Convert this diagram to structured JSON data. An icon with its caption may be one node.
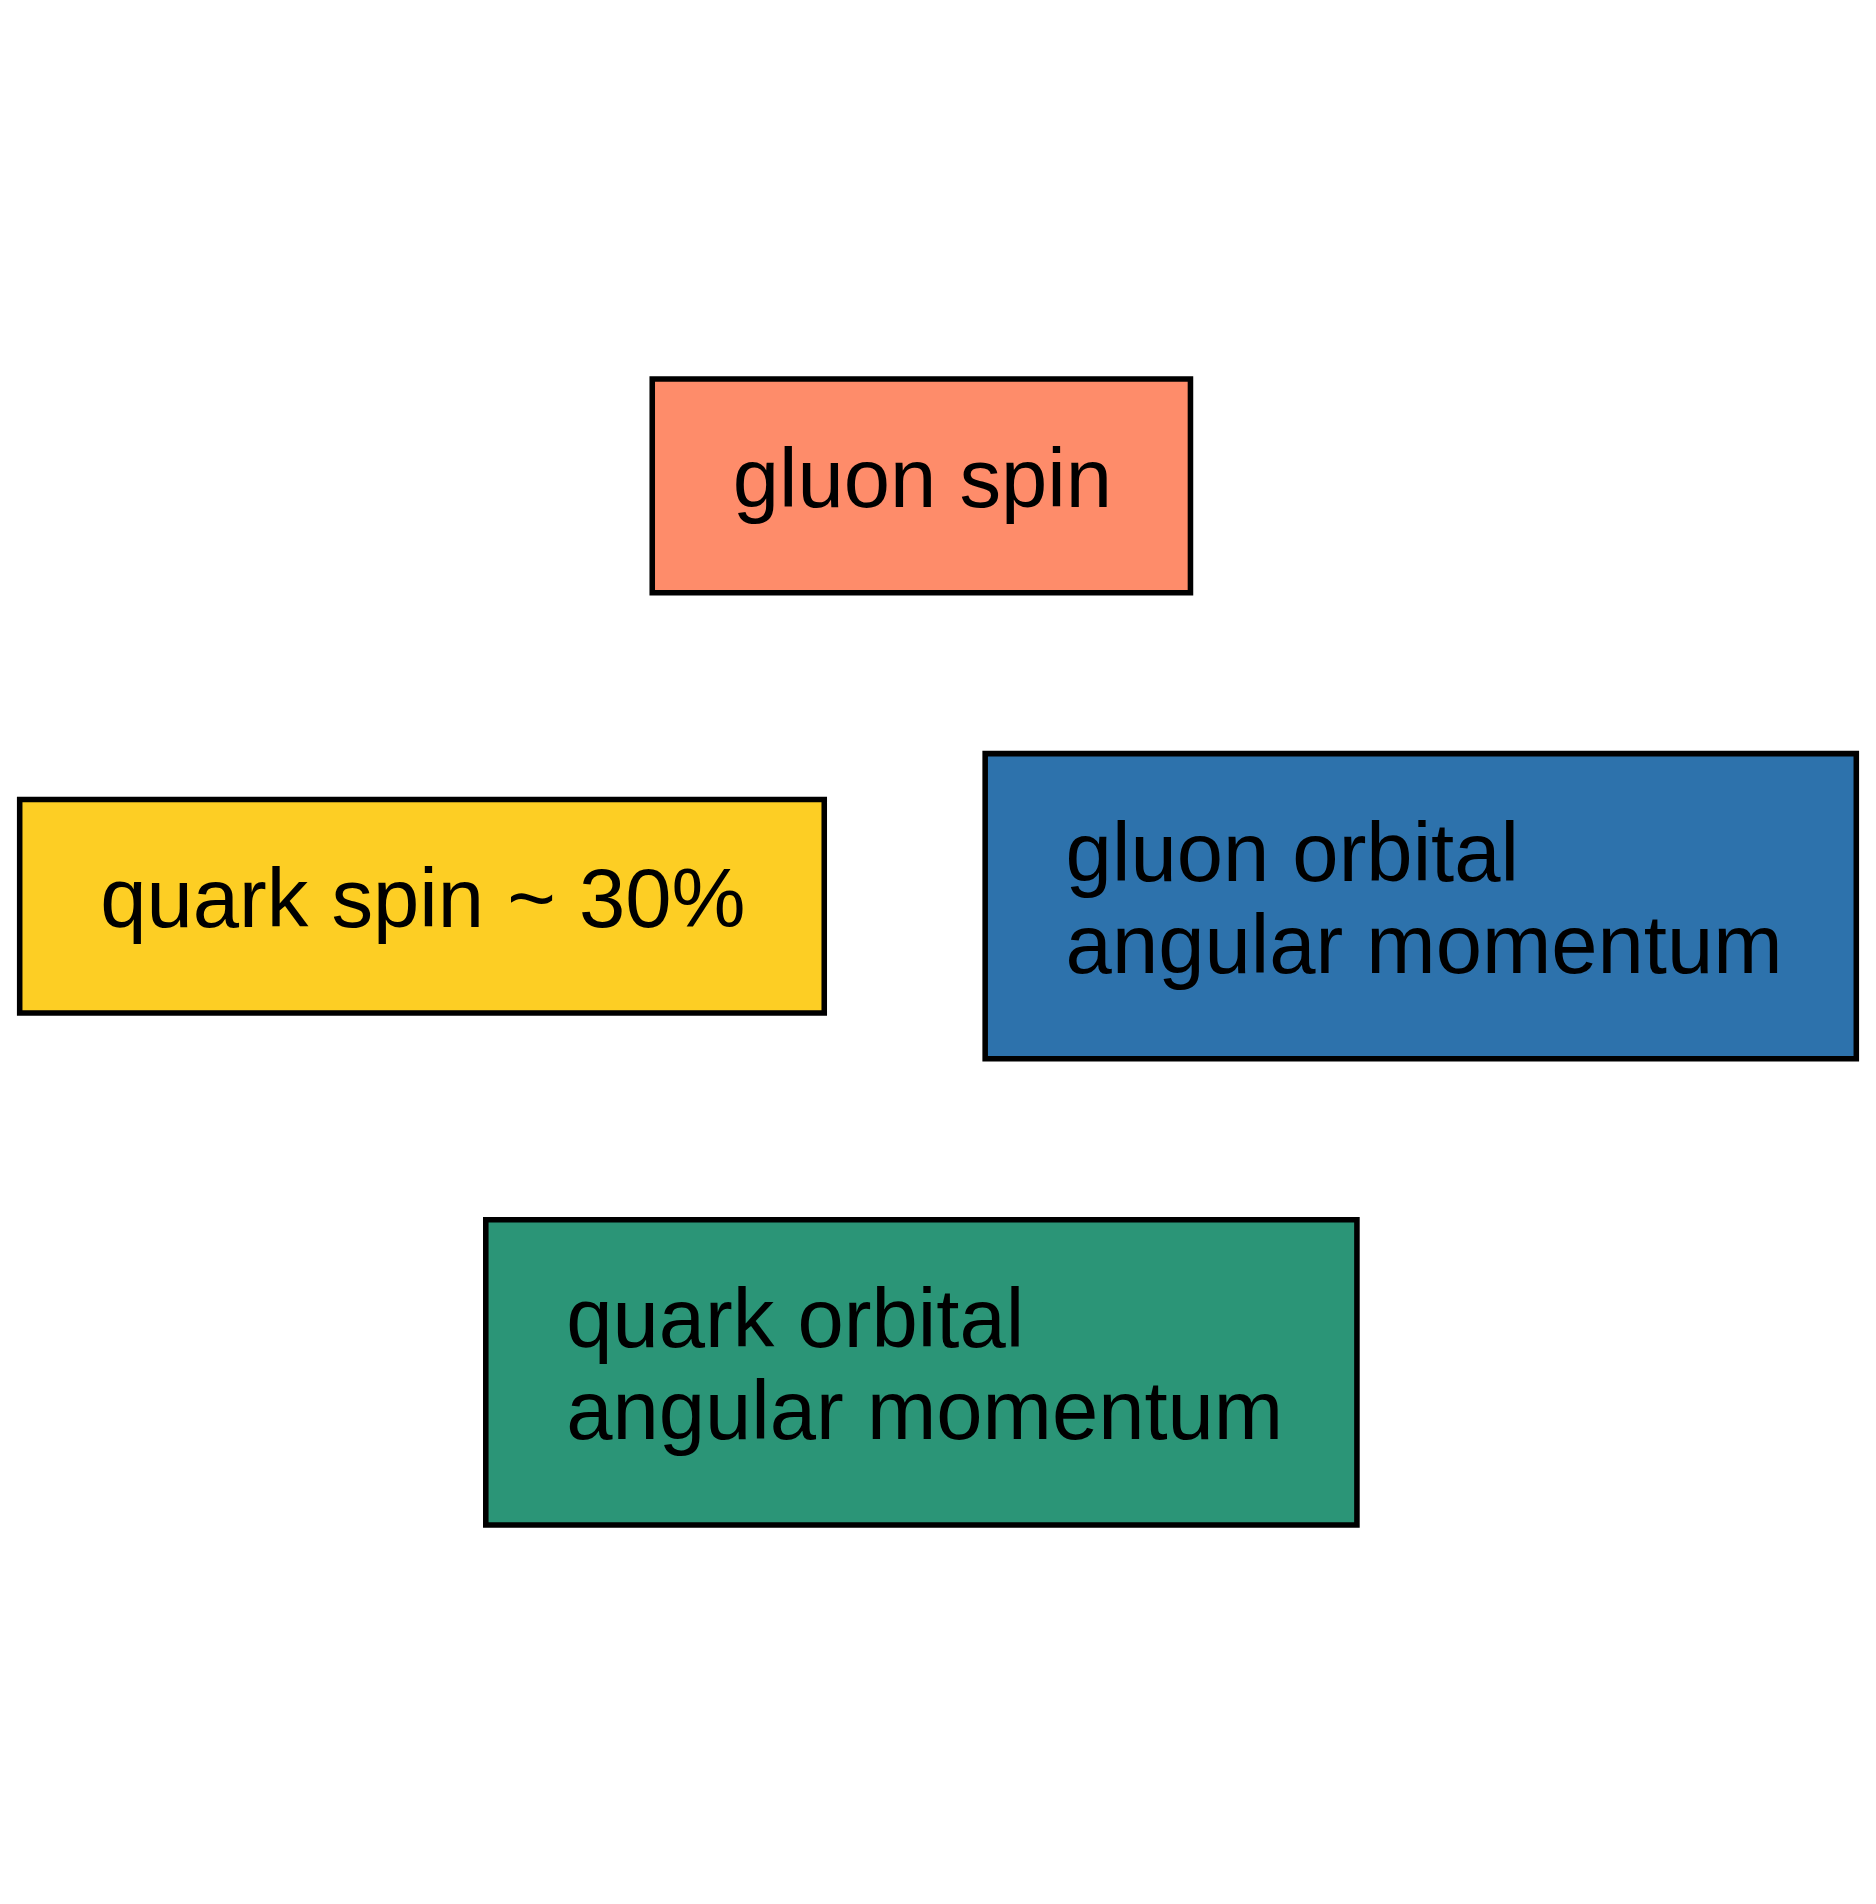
{
  "diagram": {
    "nodes": [
      {
        "text": [
          "gluon spin"
        ]
      },
      {
        "text": [
          "quark spin ~ 30%"
        ]
      },
      {
        "text": [
          "gluon orbital angular momentum"
        ]
      },
      {
        "text": [
          "quark orbital angular momentum"
        ]
      }
    ],
    "edges": []
  }
}
